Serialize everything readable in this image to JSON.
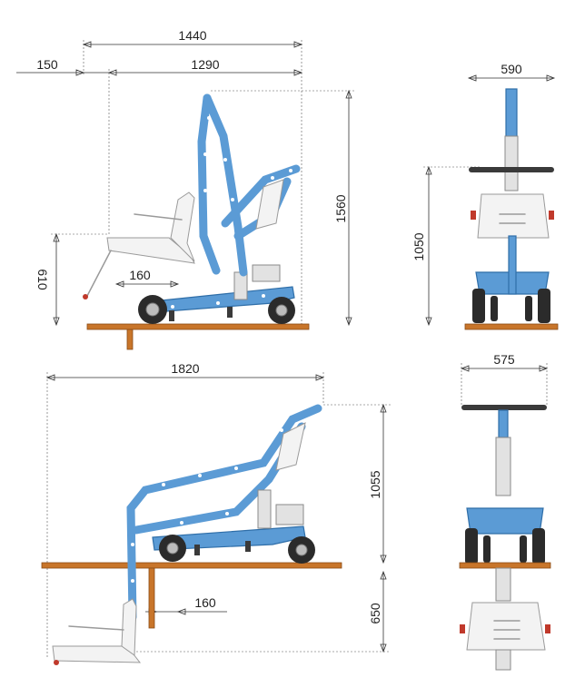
{
  "dimensions": {
    "top_side": {
      "total_length": "1440",
      "rear_offset": "150",
      "main_length": "1290",
      "height": "1560",
      "seat_height": "610",
      "foot_offset": "160"
    },
    "top_front": {
      "width": "590",
      "height": "1050"
    },
    "bottom_side": {
      "total_length": "1820",
      "height_above": "1055",
      "depth_below": "650",
      "foot_offset": "160"
    },
    "bottom_front": {
      "width": "575"
    }
  },
  "colors": {
    "frame": "#5b9bd5",
    "wood": "#c8752a",
    "seat": "#f3f3f3",
    "wheel": "#2b2b2b"
  }
}
